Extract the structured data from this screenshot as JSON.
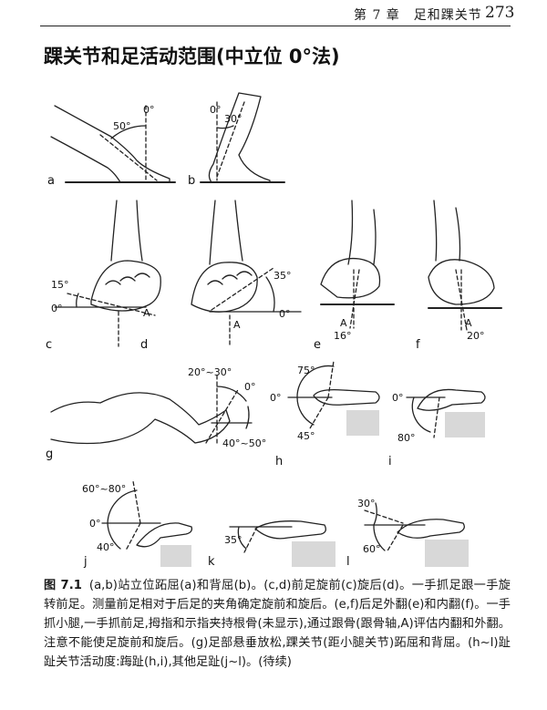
{
  "header": {
    "chapter": "第 7 章　足和踝关节",
    "page": "273"
  },
  "title": "踝关节和足活动范围(中立位 0°法)",
  "panels": {
    "a": {
      "letter": "a",
      "zero": "0°",
      "angle": "50°"
    },
    "b": {
      "letter": "b",
      "zero": "0°",
      "angle": "30°"
    },
    "c": {
      "letter": "c",
      "angle": "15°",
      "zero": "0°",
      "axis": "A"
    },
    "d": {
      "letter": "d",
      "angle": "35°",
      "zero": "0°",
      "axis": "A"
    },
    "e": {
      "letter": "e",
      "axis": "A",
      "angle": "16°"
    },
    "f": {
      "letter": "f",
      "axis": "A",
      "angle": "20°"
    },
    "g": {
      "letter": "g",
      "range1": "20°~30°",
      "zero": "0°",
      "range2": "40°~50°"
    },
    "h": {
      "letter": "h",
      "up": "75°",
      "zero": "0°",
      "down": "45°"
    },
    "i": {
      "letter": "i",
      "zero": "0°",
      "down": "80°"
    },
    "j": {
      "letter": "j",
      "up": "60°~80°",
      "zero": "0°",
      "down": "40°"
    },
    "k": {
      "letter": "k",
      "down": "35°"
    },
    "l": {
      "letter": "l",
      "up": "30°",
      "down": "60°"
    }
  },
  "caption": {
    "label": "图 7.1",
    "text": "(a,b)站立位跖屈(a)和背屈(b)。(c,d)前足旋前(c)旋后(d)。一手抓足跟一手旋转前足。测量前足相对于后足的夹角确定旋前和旋后。(e,f)后足外翻(e)和内翻(f)。一手抓小腿,一手抓前足,拇指和示指夹持根骨(未显示),通过跟骨(跟骨轴,A)评估内翻和外翻。注意不能使足旋前和旋后。(g)足部悬垂放松,踝关节(距小腿关节)跖屈和背屈。(h~l)趾趾关节活动度:踇趾(h,i),其他足趾(j~l)。(待续)"
  }
}
